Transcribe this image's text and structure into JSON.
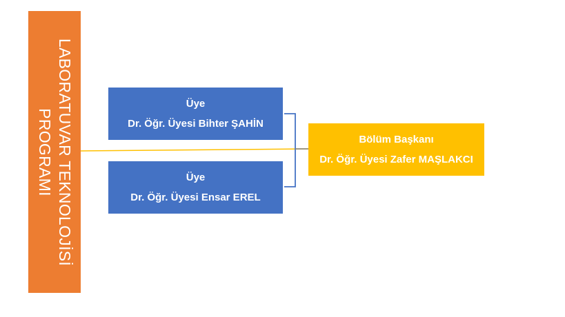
{
  "banner": {
    "line1": "LABORATUVAR TEKNOLOJİSİ",
    "line2": "PROGRAMI"
  },
  "members": [
    {
      "role": "Üye",
      "name": "Dr. Öğr. Üyesi Bihter ŞAHİN"
    },
    {
      "role": "Üye",
      "name": "Dr. Öğr. Üyesi Ensar EREL"
    }
  ],
  "head": {
    "role": "Bölüm Başkanı",
    "name": "Dr. Öğr. Üyesi Zafer MAŞLAKCI"
  },
  "colors": {
    "banner": "#ED7D31",
    "member_box": "#4472C4",
    "head_box": "#FFC000",
    "connector_main": "#FFC000",
    "connector_bracket": "#4472C4"
  }
}
